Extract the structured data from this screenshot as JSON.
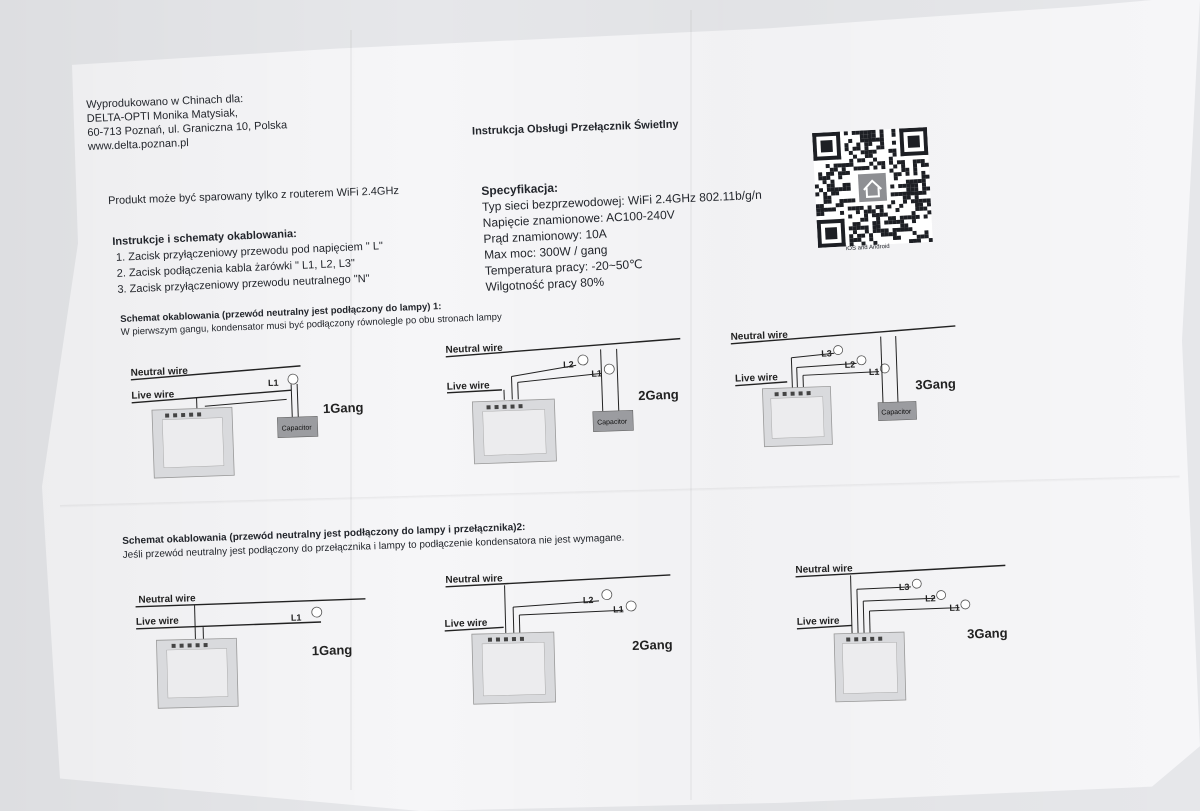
{
  "manufacturer": {
    "lines": [
      "Wyprodukowano w Chinach dla:",
      "DELTA-OPTI Monika Matysiak,",
      "60-713 Poznań, ul. Graniczna 10, Polska",
      "www.delta.poznan.pl"
    ]
  },
  "pairing_note": "Produkt może być sparowany tylko z routerem WiFi 2.4GHz",
  "manual_title": "Instrukcja Obsługi Przełącznik Świetlny",
  "specification": {
    "heading": "Specyfikacja:",
    "items": [
      "Typ sieci bezprzewodowej: WiFi 2.4GHz 802.11b/g/n",
      "Napięcie znamionowe: AC100-240V",
      "Prąd znamionowy: 10A",
      "Max moc: 300W / gang",
      "Temperatura pracy: -20~50℃",
      "Wilgotność pracy 80%"
    ]
  },
  "qr": {
    "caption": "iOS and Android",
    "center_icon": "home-icon"
  },
  "instructions": {
    "heading": "Instrukcje i schematy okablowania:",
    "items": [
      "1.  Zacisk przyłączeniowy przewodu pod napięciem \" L\"",
      "2.  Zacisk podłączenia kabla żarówki \" L1, L2, L3\"",
      "3.  Zacisk przyłączeniowy przewodu neutralnego \"N\""
    ]
  },
  "scheme1": {
    "heading": "Schemat okablowania (przewód neutralny jest podłączony do lampy) 1:",
    "note": "W pierwszym gangu, kondensator musi być podłączony równolegle po obu stronach lampy"
  },
  "scheme2": {
    "heading": "Schemat okablowania (przewód neutralny jest podłączony do lampy i przełącznika)2:",
    "note": "Jeśli przewód neutralny jest podłączony do przełącznika i lampy to podłączenie kondensatora nie jest wymagane."
  },
  "diagram_labels": {
    "neutral": "Neutral wire",
    "live": "Live wire",
    "capacitor": "Capacitor",
    "l1": "L1",
    "l2": "L2",
    "l3": "L3",
    "gang1": "1Gang",
    "gang2": "2Gang",
    "gang3": "3Gang"
  }
}
